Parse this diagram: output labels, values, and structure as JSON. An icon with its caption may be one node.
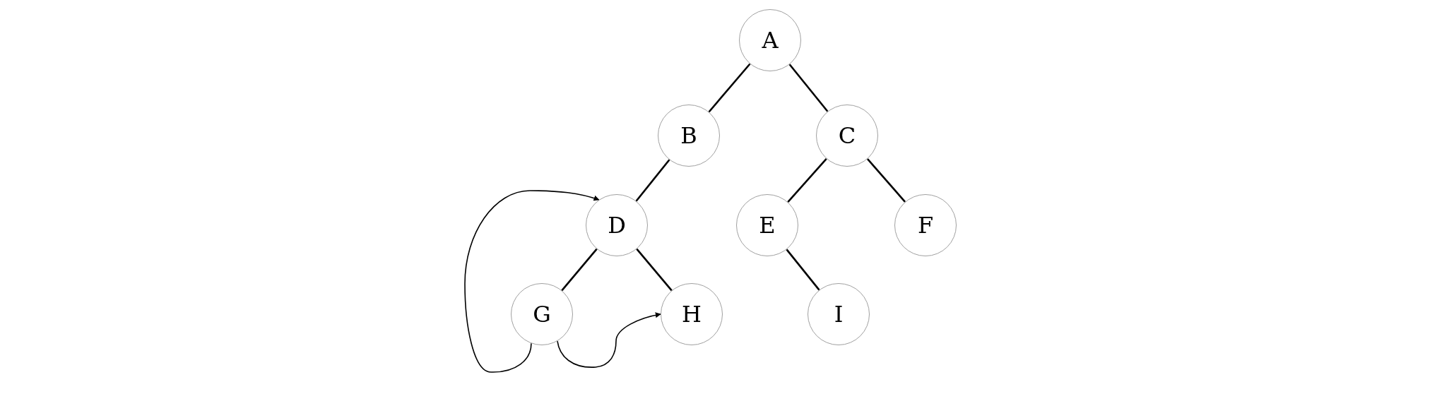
{
  "diagram": {
    "nodes": [
      {
        "text": [
          "A"
        ]
      },
      {
        "text": [
          "B"
        ]
      },
      {
        "text": [
          "C"
        ]
      },
      {
        "text": [
          "D"
        ]
      },
      {
        "text": [
          "E"
        ]
      },
      {
        "text": [
          "F"
        ]
      },
      {
        "text": [
          "G"
        ]
      },
      {
        "text": [
          "H"
        ]
      },
      {
        "text": [
          "I"
        ]
      }
    ],
    "edges": [
      {
        "from": 0,
        "to": 1,
        "arrow": "none"
      },
      {
        "from": 0,
        "to": 2,
        "arrow": "none"
      },
      {
        "from": 1,
        "to": 3,
        "arrow": "none"
      },
      {
        "from": 2,
        "to": 4,
        "arrow": "none"
      },
      {
        "from": 2,
        "to": 5,
        "arrow": "none"
      },
      {
        "from": 3,
        "to": 6,
        "arrow": "none"
      },
      {
        "from": 3,
        "to": 7,
        "arrow": "none"
      },
      {
        "from": 4,
        "to": 8,
        "arrow": "none"
      },
      {
        "from": 6,
        "to": 3,
        "arrow": "to"
      },
      {
        "from": 6,
        "to": 7,
        "arrow": "to"
      }
    ]
  }
}
